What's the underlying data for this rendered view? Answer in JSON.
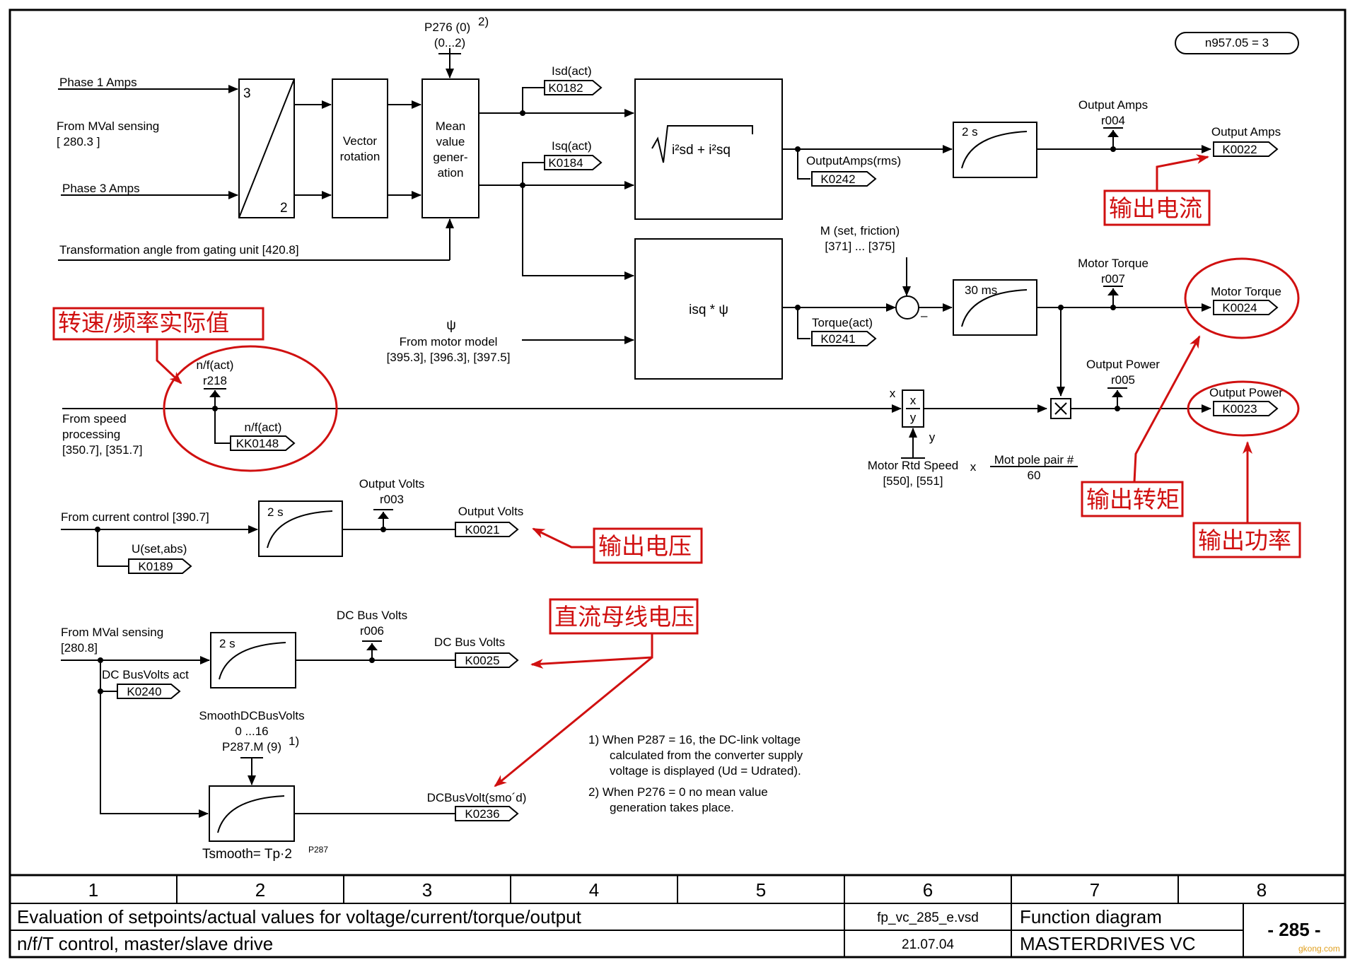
{
  "badge": "n957.05 = 3",
  "labels": {
    "phase1": "Phase 1 Amps",
    "phase3": "Phase 3 Amps",
    "mval1": "From MVal sensing",
    "mval1ref": "[ 280.3 ]",
    "transform": "Transformation angle from gating unit  [420.8]",
    "in3": "3",
    "in2": "2",
    "vector1": "Vector",
    "vector2": "rotation",
    "mean1": "Mean",
    "mean2": "value",
    "mean3": "gener-",
    "mean4": "ation",
    "p276": "P276 (0)",
    "p276sup": "2)",
    "p276range": "(0...2)",
    "isd": "Isd(act)",
    "k0182": "K0182",
    "isq": "Isq(act)",
    "k0184": "K0184",
    "sqrt": "i²sd + i²sq",
    "outampsrms": "OutputAmps(rms)",
    "k0242": "K0242",
    "filt2s": "2 s",
    "outamps": "Output Amps",
    "r004": "r004",
    "outamps2": "Output Amps",
    "k0022": "K0022",
    "mset": "M (set, friction)",
    "mref": "[371] ... [375]",
    "minus": "–",
    "isqpsi": "isq * ψ",
    "psi": "ψ",
    "motormodel": "From motor model",
    "motormodelref": "[395.3], [396.3], [397.5]",
    "torqueact": "Torque(act)",
    "k0241": "K0241",
    "filt30": "30 ms",
    "motortorque": "Motor Torque",
    "r007": "r007",
    "motortorque2": "Motor Torque",
    "k0024": "K0024",
    "outpower": "Output Power",
    "r005": "r005",
    "outpower2": "Output Power",
    "k0023": "K0023",
    "nfact": "n/f(act)",
    "r218": "r218",
    "nfact2": "n/f(act)",
    "kk0148": "KK0148",
    "speed1": "From speed",
    "speed2": "processing",
    "speedref": "[350.7], [351.7]",
    "divx": "x",
    "divy": "y",
    "divxs": "x",
    "divys": "y",
    "rtdspeed": "Motor Rtd Speed",
    "rtdspeedref": "[550], [551]",
    "times": "x",
    "polepair": "Mot pole pair #",
    "polepairval": "60",
    "curctrl": "From current control [390.7]",
    "filtv": "2 s",
    "outvolts": "Output Volts",
    "r003": "r003",
    "outvolts2": "Output Volts",
    "k0021": "K0021",
    "useta": "U(set,abs)",
    "k0189": "K0189",
    "mval2": "From MVal sensing",
    "mval2ref": "[280.8]",
    "filtdc": "2 s",
    "dcbus": "DC Bus Volts",
    "r006": "r006",
    "dcbus2": "DC Bus Volts",
    "k0025": "K0025",
    "dcact": "DC BusVolts act",
    "k0240": "K0240",
    "smooth": "SmoothDCBusVolts",
    "smoothrange": "0 ...16",
    "p287": "P287.M (9)",
    "p287sup": "1)",
    "dcsmo": "DCBusVolt(smo´d)",
    "k0236": "K0236",
    "tsmooth": "Tsmooth= Tp·2",
    "tsmoothsup": "P287",
    "note1a": "1)  When P287 = 16, the DC-link voltage",
    "note1b": "calculated from the converter supply",
    "note1c": "voltage is displayed (Ud = Udrated).",
    "note2a": "2)  When P276 = 0 no mean value",
    "note2b": "generation takes place."
  },
  "annotations": {
    "current": "输出电流",
    "torque": "输出转矩",
    "power": "输出功率",
    "voltage": "输出电压",
    "dcbus": "直流母线电压",
    "speed": "转速/频率实际值"
  },
  "footer": {
    "columns": [
      "1",
      "2",
      "3",
      "4",
      "5",
      "6",
      "7",
      "8"
    ],
    "title1": "Evaluation of setpoints/actual values for voltage/current/torque/output",
    "title2": "n/f/T control, master/slave drive",
    "file": "fp_vc_285_e.vsd",
    "date": "21.07.04",
    "type": "Function diagram",
    "product": "MASTERDRIVES VC",
    "page": "- 285 -"
  },
  "watermark": "gkong.com"
}
